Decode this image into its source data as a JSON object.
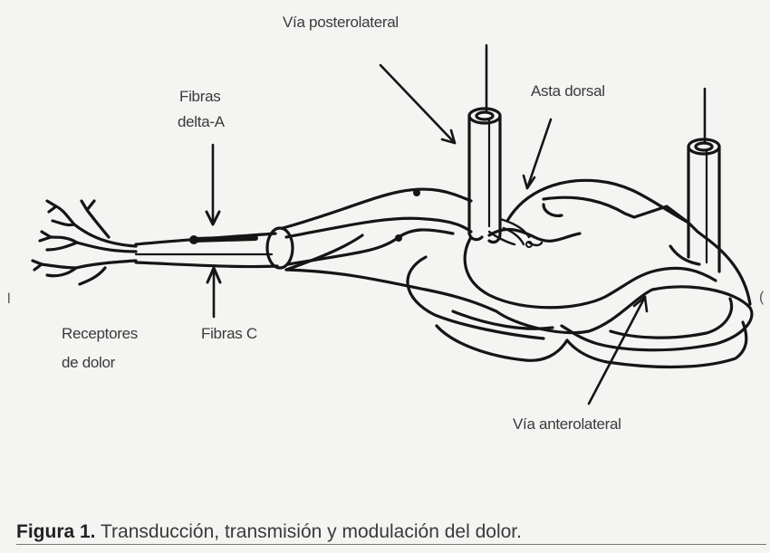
{
  "labels": {
    "via_posterolateral": "Vía posterolateral",
    "asta_dorsal": "Asta dorsal",
    "fibras_delta_line1": "Fibras",
    "fibras_delta_line2": "delta-A",
    "fibras_c": "Fibras C",
    "receptores_line1": "Receptores",
    "receptores_line2": "de dolor",
    "via_anterolateral": "Vía anterolateral"
  },
  "caption": {
    "prefix": "Figura 1.",
    "text": "Transducción, transmisión y modulación del dolor."
  },
  "edge_marks": {
    "left": "l",
    "right": "("
  }
}
